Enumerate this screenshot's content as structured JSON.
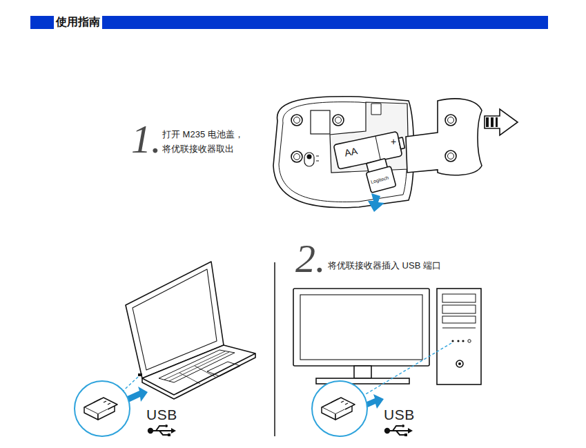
{
  "diagram": {
    "title": "使用指南",
    "labels": [
      "1.",
      "打开 M235 电池盖， 将优联接收器取出",
      "AA",
      "+",
      "Logitech",
      "2.",
      "将优联接收器插入 USB 端口",
      "USB",
      "USB"
    ]
  }
}
